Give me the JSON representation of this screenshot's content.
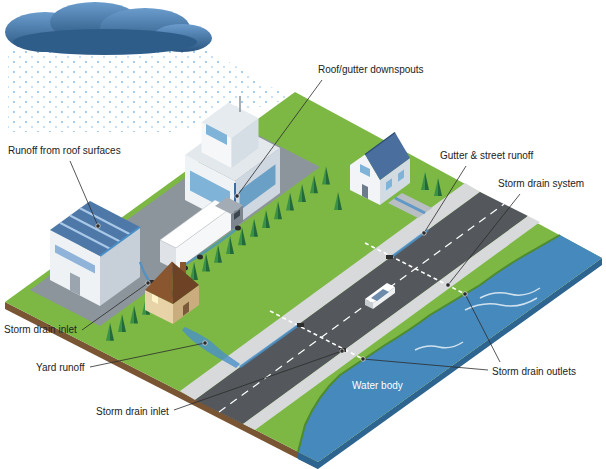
{
  "diagram": {
    "labels": [
      "Roof/gutter downspouts",
      "Runoff from roof surfaces",
      "Gutter & street runoff",
      "Storm drain system",
      "Storm drain inlet",
      "Yard runoff",
      "Storm drain inlet",
      "Water body",
      "Storm drain outlets"
    ]
  }
}
